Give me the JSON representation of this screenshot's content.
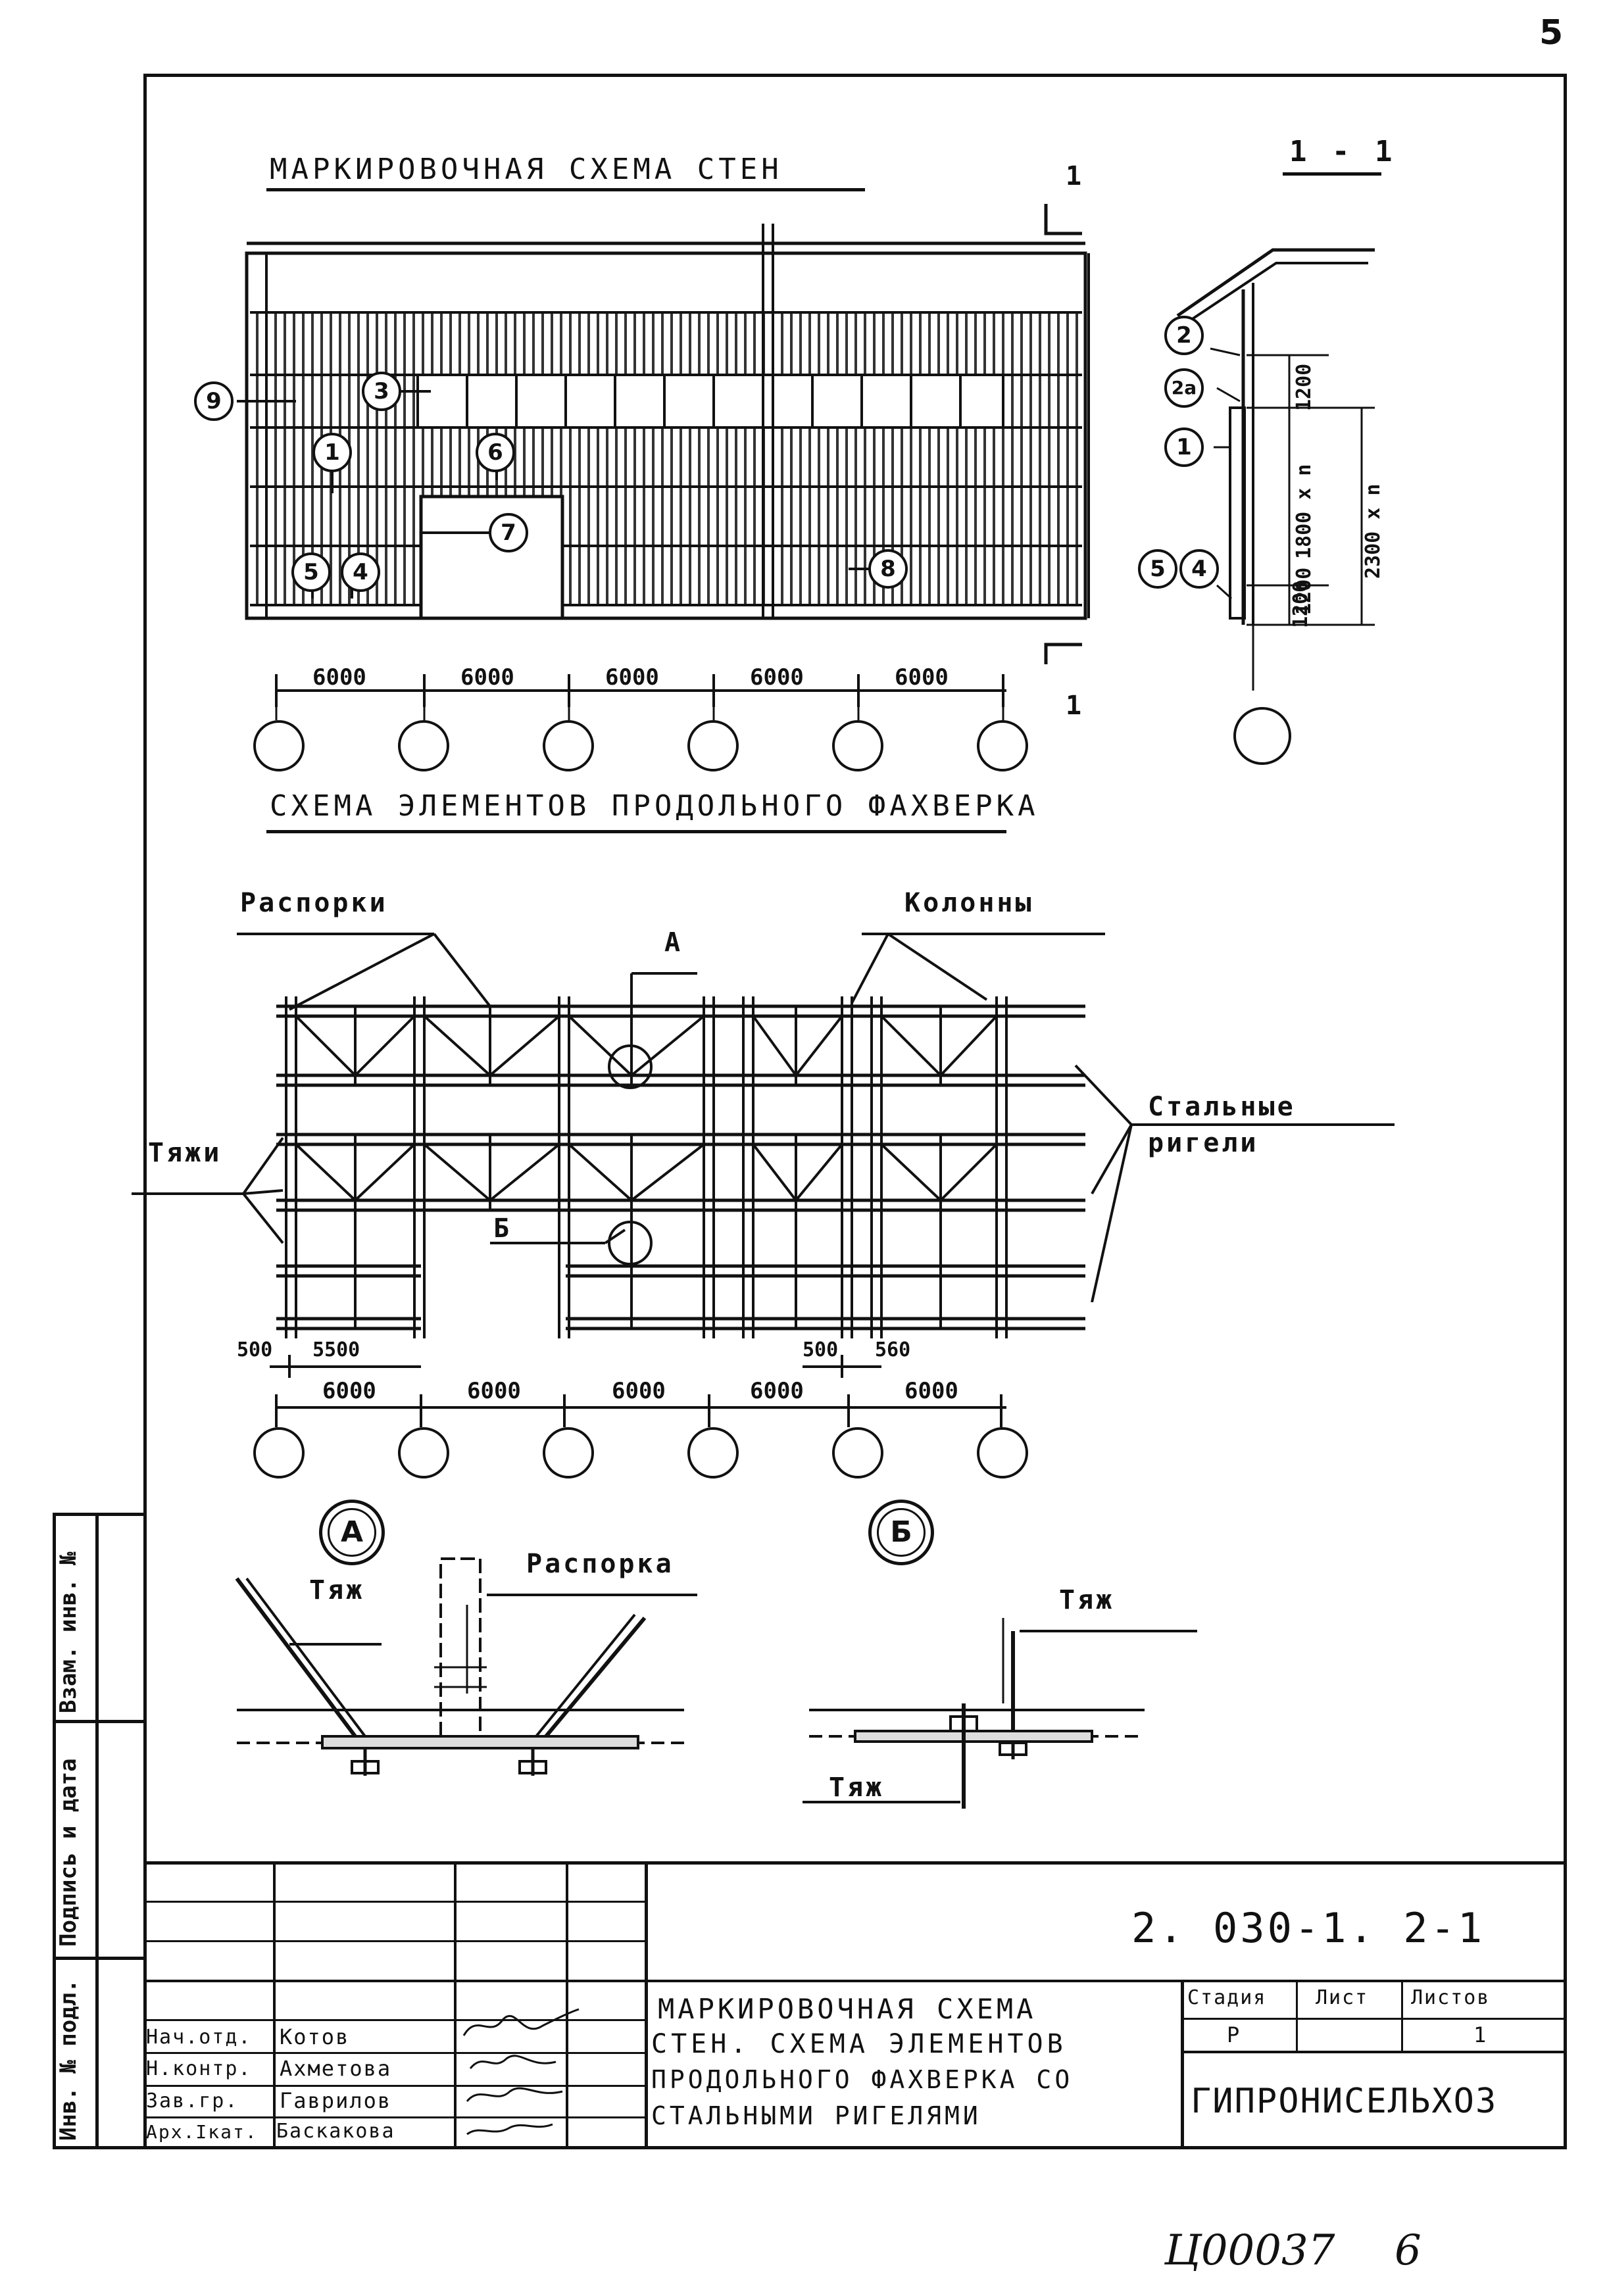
{
  "page": {
    "page_number": "5",
    "bottom_code": "Ц00037",
    "bottom_number": "6"
  },
  "side_stamp": {
    "inv_podl": "Инв. № подл.",
    "podpis_data": "Подпись и дата",
    "vzam_inv": "Взам. инв. №"
  },
  "walls": {
    "title": "Маркировочная схема стен",
    "section_label": "1",
    "marks": [
      "9",
      "3",
      "1",
      "6",
      "7",
      "5",
      "4",
      "8"
    ],
    "spans": [
      "6000",
      "6000",
      "6000",
      "6000",
      "6000"
    ]
  },
  "section": {
    "title": "1 - 1",
    "marks": [
      "2",
      "2а",
      "1",
      "5",
      "4"
    ],
    "dims": [
      "1200",
      "1800 х n",
      "2300 х n",
      "1200",
      "1200"
    ]
  },
  "framing": {
    "title": "Схема элементов продольного фахверка",
    "label_struts": "Распорки",
    "label_columns": "Колонны",
    "label_a": "А",
    "label_b": "Б",
    "label_ties": "Тяжи",
    "label_girders_1": "Стальные",
    "label_girders_2": "ригели",
    "dims_small": [
      "500",
      "5500",
      "500",
      "560"
    ],
    "spans": [
      "6000",
      "6000",
      "6000",
      "6000",
      "6000"
    ]
  },
  "node_a": {
    "mark": "А",
    "label_tie": "Тяж",
    "label_strut": "Распорка"
  },
  "node_b": {
    "mark": "Б",
    "label_tie_top": "Тяж",
    "label_tie_bottom": "Тяж"
  },
  "title_block": {
    "doc_code": "2. 030-1. 2-1",
    "title_lines": [
      "Маркировочная схема",
      "стен. Схема элементов",
      "продольного фахверка со",
      "стальными ригелями"
    ],
    "head_stage": "Стадия",
    "head_sheet": "Лист",
    "head_sheets": "Листов",
    "stage": "Р",
    "sheet": "",
    "sheets": "1",
    "organization": "ГИПРОНИСЕЛЬХОЗ",
    "signers": [
      {
        "role": "Нач.отд.",
        "name": "Котов"
      },
      {
        "role": "Н.контр.",
        "name": "Ахметова"
      },
      {
        "role": "Зав.гр.",
        "name": "Гаврилов"
      },
      {
        "role": "Арх.Iкат.",
        "name": "Баскакова"
      }
    ]
  }
}
